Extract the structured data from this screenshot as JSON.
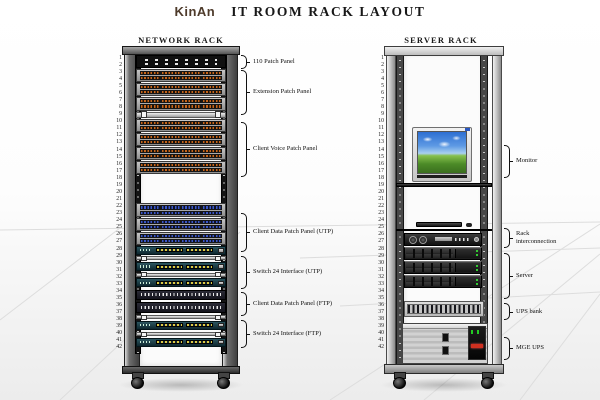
{
  "title": {
    "brand": "KinAn",
    "text": "IT ROOM RACK LAYOUT"
  },
  "colors": {
    "brand_text": "#4e3b2b",
    "voice_port_orange": "#c8651b",
    "data_port_blue": "#3b57c8",
    "switch_port_yellow": "#ddca45",
    "switch_body_teal": "#1d3f46",
    "led_green": "#33cc33",
    "ups_display_red": "#d03020",
    "monitor_sky_blue": "#2e6fd2",
    "monitor_hill_green": "#4c8b28"
  },
  "racks": [
    {
      "id": "network",
      "name": "NETWORK RACK",
      "unit_count": 42,
      "devices": [
        {
          "name": "110-patch-panel",
          "type": "panel-110",
          "u": 1,
          "h": 2
        },
        {
          "name": "extension-patch-panel-1",
          "type": "patch-orange",
          "u": 3,
          "h": 2
        },
        {
          "name": "extension-patch-panel-2",
          "type": "patch-orange",
          "u": 5,
          "h": 2
        },
        {
          "name": "extension-patch-panel-3",
          "type": "patch-orange",
          "u": 7,
          "h": 2
        },
        {
          "name": "cable-rail-1",
          "type": "mgmt-rail",
          "u": 9,
          "h": 1
        },
        {
          "name": "voice-patch-panel-1",
          "type": "patch-orange",
          "u": 10,
          "h": 2
        },
        {
          "name": "voice-patch-panel-2",
          "type": "patch-orange",
          "u": 12,
          "h": 2
        },
        {
          "name": "voice-patch-panel-3",
          "type": "patch-orange",
          "u": 14,
          "h": 2
        },
        {
          "name": "voice-patch-panel-4",
          "type": "patch-orange",
          "u": 16,
          "h": 2
        },
        {
          "name": "data-patch-panel-utp-1",
          "type": "patch-blue",
          "u": 22,
          "h": 2
        },
        {
          "name": "data-patch-panel-utp-2",
          "type": "patch-blue",
          "u": 24,
          "h": 2
        },
        {
          "name": "data-patch-panel-utp-3",
          "type": "patch-blue",
          "u": 26,
          "h": 2
        },
        {
          "name": "switch-24-utp-1",
          "type": "switch-yellow",
          "u": 28,
          "h": 1.4
        },
        {
          "name": "cable-rail-2",
          "type": "mgmt-rail",
          "u": 29.5,
          "h": 0.7
        },
        {
          "name": "switch-24-utp-2",
          "type": "switch-yellow",
          "u": 30.3,
          "h": 1.4
        },
        {
          "name": "cable-rail-3",
          "type": "mgmt-rail",
          "u": 31.8,
          "h": 0.7
        },
        {
          "name": "switch-24-utp-3",
          "type": "switch-yellow",
          "u": 32.6,
          "h": 1.4
        },
        {
          "name": "data-patch-panel-ftp-1",
          "type": "patch-ftp",
          "u": 34.2,
          "h": 1.6
        },
        {
          "name": "data-patch-panel-ftp-2",
          "type": "patch-ftp",
          "u": 36,
          "h": 1.6
        },
        {
          "name": "cable-rail-4",
          "type": "mgmt-rail",
          "u": 37.8,
          "h": 0.7
        },
        {
          "name": "switch-24-ftp-1",
          "type": "switch-yellow",
          "u": 38.6,
          "h": 1.4
        },
        {
          "name": "cable-rail-5",
          "type": "mgmt-rail",
          "u": 40.2,
          "h": 0.7
        },
        {
          "name": "switch-24-ftp-2",
          "type": "switch-yellow",
          "u": 41,
          "h": 1.4
        }
      ],
      "callouts": [
        {
          "name": "callout-110-patch-panel",
          "label": "110 Patch Panel",
          "u_from": 1,
          "u_to": 3
        },
        {
          "name": "callout-extension-patch-panel",
          "label": "Extension Patch Panel",
          "u_from": 3.1,
          "u_to": 9.5
        },
        {
          "name": "callout-client-voice-patch-panel",
          "label": "Client Voice Patch Panel",
          "u_from": 10.5,
          "u_to": 18.2
        },
        {
          "name": "callout-client-data-patch-panel-utp",
          "label": "Client Data Patch Panel  (UTP)",
          "u_from": 23.3,
          "u_to": 28.9
        },
        {
          "name": "callout-switch-24-interface-utp",
          "label": "Switch 24 Interface  (UTP)",
          "u_from": 29.4,
          "u_to": 34.1
        },
        {
          "name": "callout-client-data-patch-panel-ftp",
          "label": "Client Data Patch Panel (FTP)",
          "u_from": 34.5,
          "u_to": 37.9
        },
        {
          "name": "callout-switch-24-interface-ftp",
          "label": "Switch 24 Interface  (FTP)",
          "u_from": 38.5,
          "u_to": 42.4
        }
      ]
    },
    {
      "id": "server",
      "name": "SERVER RACK",
      "unit_count": 42,
      "devices": [
        {
          "name": "monitor",
          "type": "monitor",
          "u": 11.2,
          "h": 7.9,
          "inset": [
            8,
            12
          ]
        },
        {
          "name": "monitor-shelf",
          "type": "shelf",
          "u": 19.15,
          "h": 0.6,
          "inset": [
            -8,
            -8
          ]
        },
        {
          "name": "keyboard",
          "type": "keyboard",
          "u": 24.6,
          "h": 0.9,
          "inset": [
            12,
            22
          ]
        },
        {
          "name": "keyboard-shelf",
          "type": "shelf",
          "u": 25.55,
          "h": 0.55,
          "inset": [
            -8,
            -8
          ]
        },
        {
          "name": "kvm-switch",
          "type": "kvm",
          "u": 26.2,
          "h": 1.9,
          "inset": [
            0,
            2
          ]
        },
        {
          "name": "rack-server-1",
          "type": "server-2u",
          "u": 28.15,
          "h": 2,
          "inset": [
            0,
            2
          ]
        },
        {
          "name": "rack-server-2",
          "type": "server-2u",
          "u": 30.15,
          "h": 2,
          "inset": [
            0,
            2
          ]
        },
        {
          "name": "rack-server-3",
          "type": "server-2u",
          "u": 32.15,
          "h": 2,
          "inset": [
            0,
            2
          ]
        },
        {
          "name": "vent-panel",
          "type": "vent-panel",
          "u": 35.8,
          "h": 2.4,
          "inset": [
            0,
            0
          ]
        },
        {
          "name": "ups",
          "type": "ups",
          "u": 38.9,
          "h": 5.9,
          "inset": [
            -2,
            -4
          ]
        }
      ],
      "callouts": [
        {
          "name": "callout-monitor",
          "label": "Monitor",
          "u_from": 13.7,
          "u_to": 18.4
        },
        {
          "name": "callout-rack-interconnection",
          "label": "Rack\ninterconnection",
          "u_from": 25.5,
          "u_to": 28.3
        },
        {
          "name": "callout-server",
          "label": "Server",
          "u_from": 29.0,
          "u_to": 35.5
        },
        {
          "name": "callout-ups-bank",
          "label": "UPS bank",
          "u_from": 36.1,
          "u_to": 38.5
        },
        {
          "name": "callout-mge-ups",
          "label": "MGE UPS",
          "u_from": 40.9,
          "u_to": 44.1
        }
      ]
    }
  ]
}
